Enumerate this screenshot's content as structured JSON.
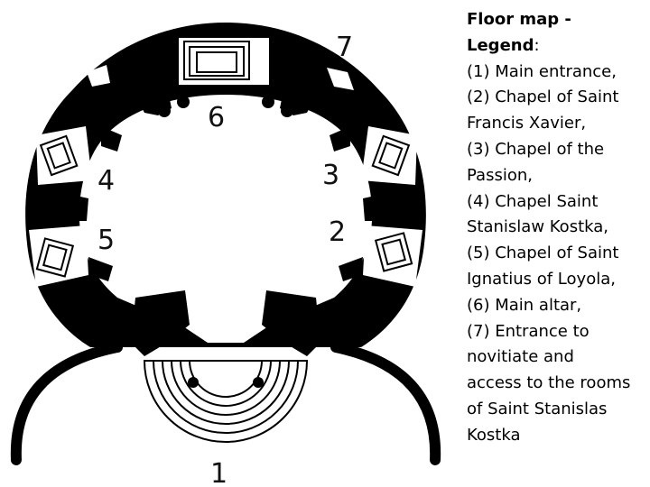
{
  "plan": {
    "labels": [
      {
        "id": "1",
        "text": "1"
      },
      {
        "id": "2",
        "text": "2"
      },
      {
        "id": "3",
        "text": "3"
      },
      {
        "id": "4",
        "text": "4"
      },
      {
        "id": "5",
        "text": "5"
      },
      {
        "id": "6",
        "text": "6"
      },
      {
        "id": "7",
        "text": "7"
      }
    ]
  },
  "legend": {
    "title_line1": "Floor map -",
    "title_line2_bold": "Legend",
    "title_line2_rest": ":",
    "lines": [
      "(1) Main entrance,",
      "(2) Chapel of Saint",
      "Francis Xavier,",
      "(3) Chapel of the",
      "Passion,",
      "(4) Chapel Saint",
      "Stanislaw Kostka,",
      "(5) Chapel of Saint",
      "Ignatius of Loyola,",
      "(6) Main altar,",
      "(7) Entrance to",
      "novitiate and",
      "access to the rooms",
      "of Saint Stanislas",
      "Kostka"
    ]
  }
}
